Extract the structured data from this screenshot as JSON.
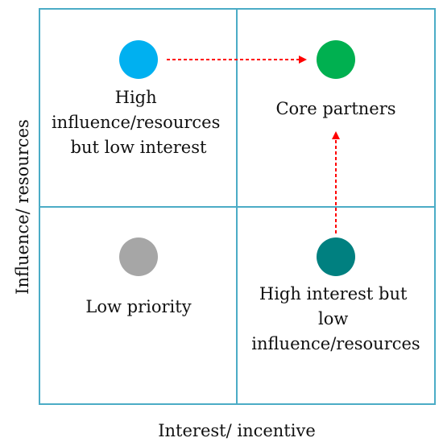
{
  "axes": {
    "x_label": "Interest/ incentive",
    "y_label": "Influence/ resources"
  },
  "colors": {
    "grid": "#4bacc6",
    "arrow": "#ff0000",
    "high_influence_dot": "#00b0f0",
    "core_partners_dot": "#00b050",
    "low_priority_dot": "#a6a6a6",
    "high_interest_dot": "#008080"
  },
  "quadrants": {
    "top_left": {
      "lines": [
        "High",
        "influence/resources",
        "but low interest"
      ]
    },
    "top_right": {
      "lines": [
        "Core partners"
      ]
    },
    "bottom_left": {
      "lines": [
        "Low priority"
      ]
    },
    "bottom_right": {
      "lines": [
        "High interest but",
        "low",
        "influence/resources"
      ]
    }
  }
}
